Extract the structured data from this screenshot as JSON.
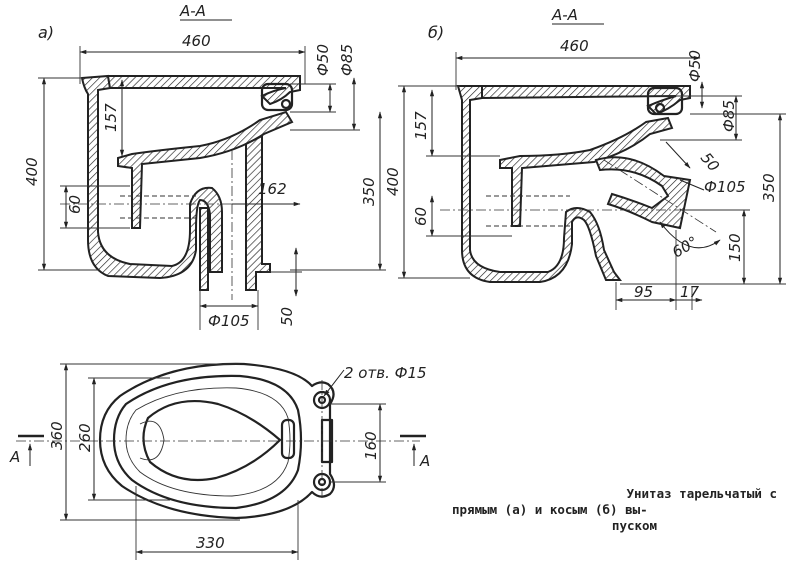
{
  "figure_a": {
    "label": "а)",
    "section": "А-А",
    "dims": {
      "width": "460",
      "height": "400",
      "d50": "Ф50",
      "d85": "Ф85",
      "h157": "157",
      "h60": "60",
      "w162": "162",
      "h350": "350",
      "d105": "Ф105",
      "h50": "50"
    }
  },
  "figure_b": {
    "label": "б)",
    "section": "А-А",
    "dims": {
      "width": "460",
      "d50": "Ф50",
      "h157": "157",
      "h400": "400",
      "h60": "60",
      "d85": "Ф85",
      "d50b": "50",
      "d105": "Ф105",
      "angle": "60°",
      "h150": "150",
      "h350": "350",
      "w95": "95",
      "w17": "17"
    }
  },
  "plan": {
    "holes": "2 отв. Ф15",
    "h360": "360",
    "h260": "260",
    "h160": "160",
    "w330": "330",
    "section_mark": "А"
  },
  "caption": {
    "line1": "Унитаз тарельчатый с",
    "line2": "прямым (а) и косым (б) вы-",
    "line3": "пуском"
  }
}
